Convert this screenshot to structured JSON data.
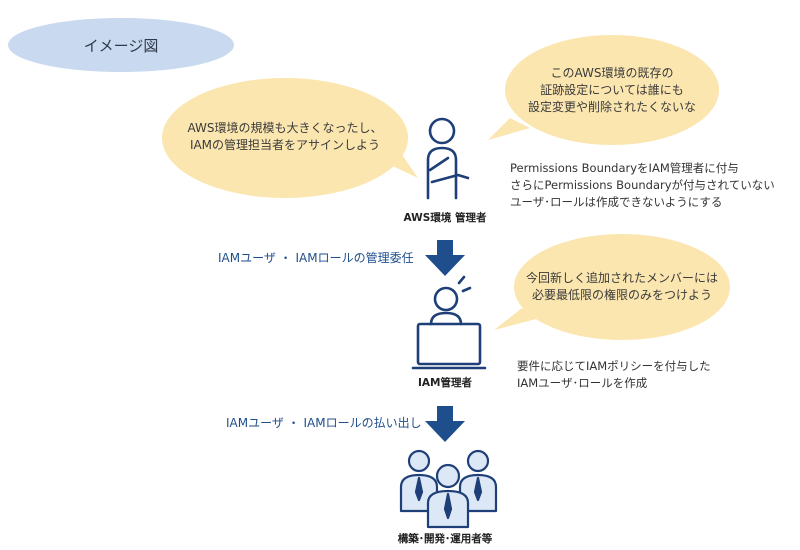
{
  "title": "イメージ図",
  "bubbles": {
    "left_top": [
      "AWS環境の規模も大きくなったし、",
      "IAMの管理担当者をアサインしよう"
    ],
    "right_top": [
      "このAWS環境の既存の",
      "証跡設定については誰にも",
      "設定変更や削除されたくないな"
    ],
    "right_middle": [
      "今回新しく追加されたメンバーには",
      "必要最低限の権限のみをつけよう"
    ]
  },
  "notes": {
    "boundary": [
      "Permissions BoundaryをIAM管理者に付与",
      "さらにPermissions Boundaryが付与されていない",
      "ユーザ･ロールは作成できないようにする"
    ],
    "policy": [
      "要件に応じてIAMポリシーを付与した",
      "IAMユーザ･ロールを作成"
    ]
  },
  "roles": {
    "aws_admin": "AWS環境 管理者",
    "iam_admin": "IAM管理者",
    "members": "構築･開発･運用者等"
  },
  "steps": {
    "delegate": "IAMユーザ ・ IAMロールの管理委任",
    "issue": "IAMユーザ ・ IAMロールの払い出し"
  },
  "colors": {
    "bubble": "#fbe6b0",
    "title_pill": "#c9d9ef",
    "arrow": "#1f4e8c",
    "icon_stroke": "#1f3f78",
    "member_fill": "#dce8f6"
  }
}
